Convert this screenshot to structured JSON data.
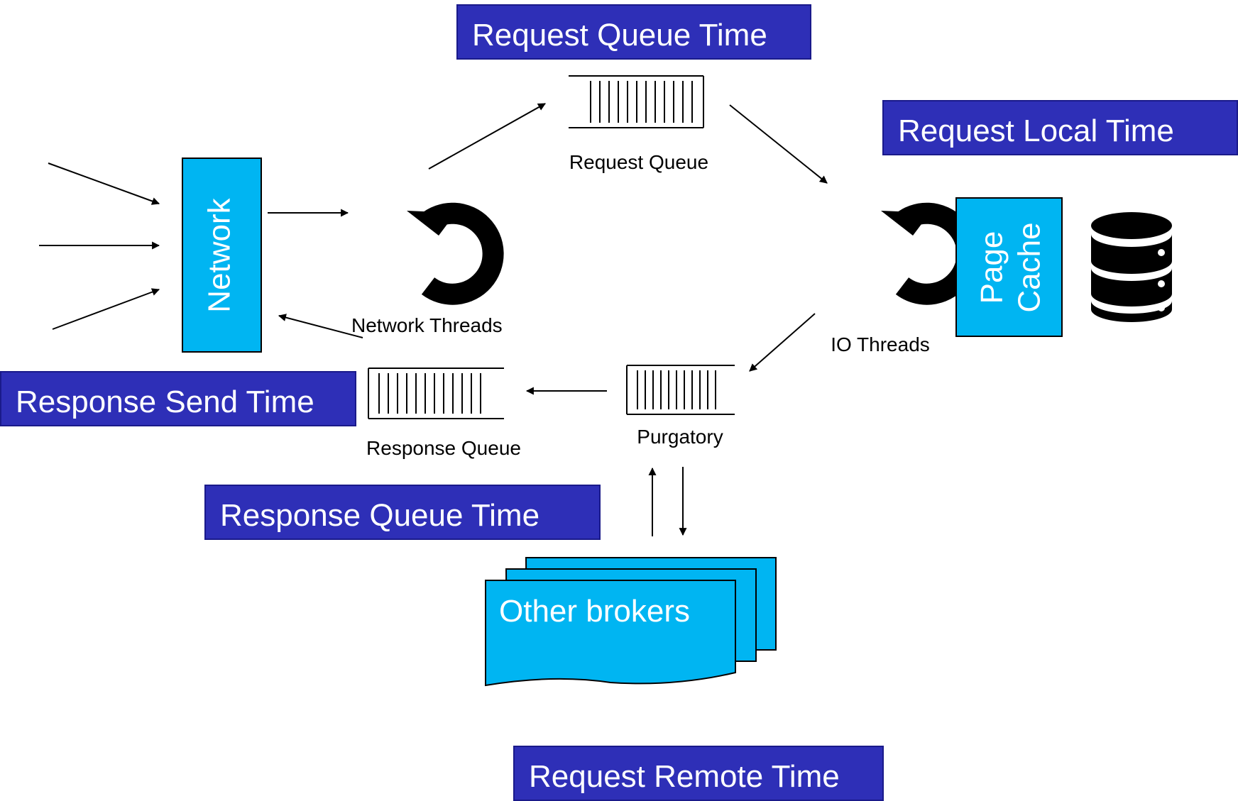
{
  "labels": {
    "request_queue_time": "Request Queue Time",
    "request_local_time": "Request Local Time",
    "response_send_time": "Response Send Time",
    "response_queue_time": "Response Queue Time",
    "request_remote_time": "Request Remote Time"
  },
  "nodes": {
    "network": "Network",
    "network_threads": "Network Threads",
    "request_queue": "Request Queue",
    "io_threads": "IO Threads",
    "page_cache_line1": "Page",
    "page_cache_line2": "Cache",
    "purgatory": "Purgatory",
    "response_queue": "Response Queue",
    "other_brokers": "Other brokers"
  },
  "colors": {
    "label_bg": "#2e2fb7",
    "component_fill": "#00b5f2",
    "line": "#000000"
  },
  "icons": {
    "thread_cycle": "circular-arrow-icon",
    "database": "database-icon",
    "queue": "queue-icon"
  }
}
